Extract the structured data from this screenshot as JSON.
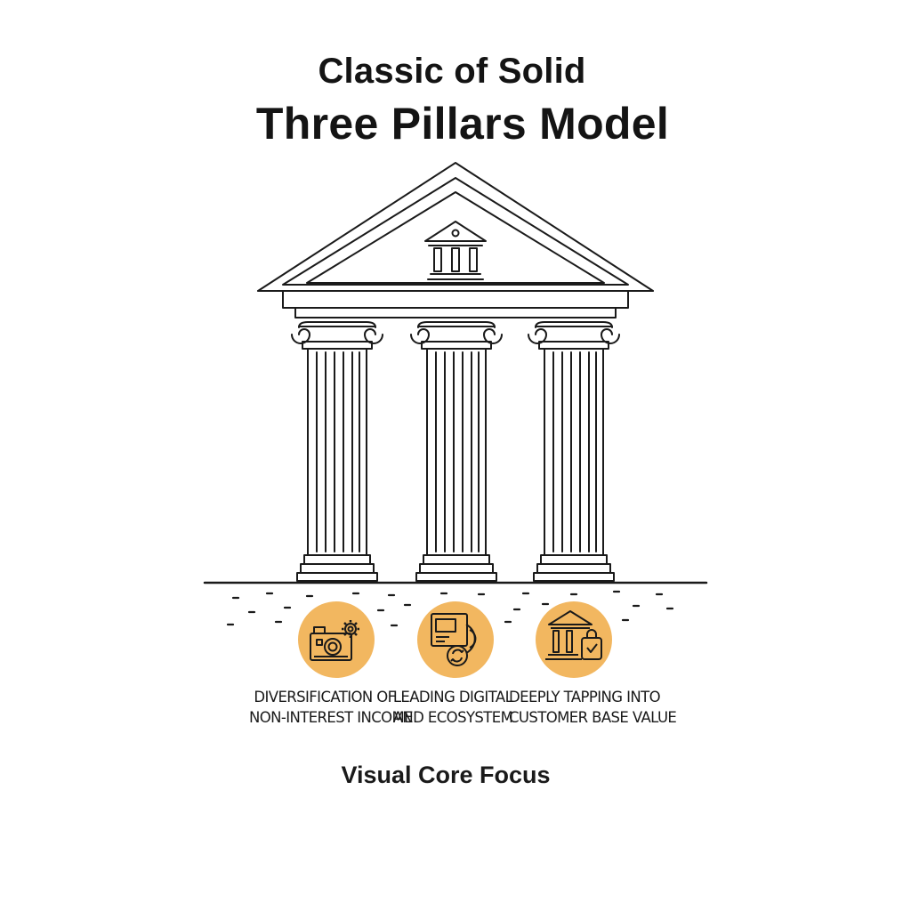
{
  "title": {
    "line1": "Classic of Solid",
    "line2": "Three Pillars Model"
  },
  "pillars": [
    {
      "icon": "camera-gear-icon",
      "label_line1": "DIVERSIFICATION OF",
      "label_line2": "NON-INTEREST INCOME"
    },
    {
      "icon": "digital-ecosystem-icon",
      "label_line1": "LEADING DIGITAL",
      "label_line2": "AND ECOSYSTEM"
    },
    {
      "icon": "bank-customer-icon",
      "label_line1": "DEEPLY TAPPING INTO",
      "label_line2": "CUSTOMER BASE VALUE"
    }
  ],
  "footer": "Visual Core Focus",
  "colors": {
    "line": "#1a1a1a",
    "icon_circle": "#f2b760",
    "background": "#ffffff"
  }
}
